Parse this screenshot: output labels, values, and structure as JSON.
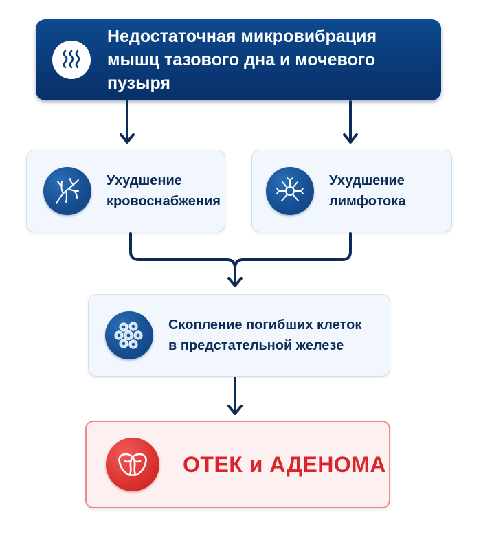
{
  "nodes": {
    "top": {
      "line1": "Недостаточная микровибрация",
      "line2": "мышц тазового дна и мочевого пузыря",
      "icon": "vibration-waves-icon"
    },
    "left": {
      "line1": "Ухудшение",
      "line2": "кровоснабжения",
      "icon": "blood-vessels-icon"
    },
    "right": {
      "line1": "Ухудшение",
      "line2": "лимфотока",
      "icon": "lymph-node-icon"
    },
    "middle": {
      "line1": "Скопление погибших клеток",
      "line2": "в предстательной железе",
      "icon": "cells-cluster-icon"
    },
    "bottom": {
      "label": "ОТЕК и АДЕНОМА",
      "icon": "prostate-icon"
    }
  },
  "colors": {
    "dark_blue": "#0a3b79",
    "connector": "#0c2c57",
    "alert_red": "#d8262a"
  }
}
